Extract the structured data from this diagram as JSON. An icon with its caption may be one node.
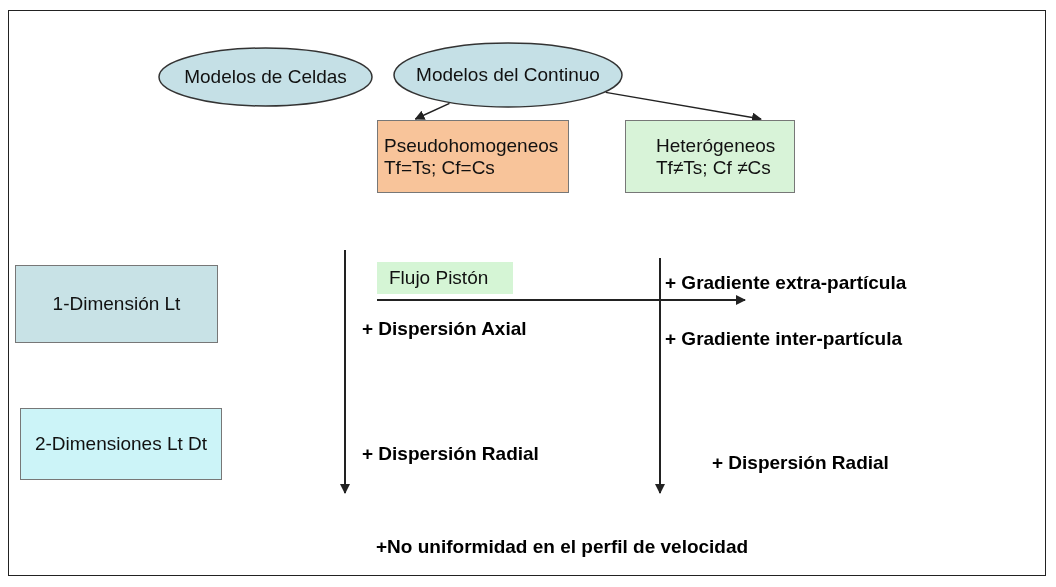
{
  "diagram": {
    "nodes": [
      {
        "text": [
          "Modelos de Celdas"
        ]
      },
      {
        "text": [
          "Modelos del Continuo"
        ]
      },
      {
        "text": [
          "Pseudohomogeneos",
          "Tf=Ts; Cf=Cs"
        ]
      },
      {
        "text": [
          "Heterógeneos",
          "Tf≠Ts; Cf ≠Cs"
        ]
      },
      {
        "text": [
          "1-Dimensión Lt"
        ]
      },
      {
        "text": [
          "2-Dimensiones Lt Dt"
        ]
      },
      {
        "text": [
          "Flujo Pistón"
        ]
      }
    ],
    "edges": [
      {
        "from": 1,
        "to": 2,
        "arrow": "to"
      },
      {
        "from": 1,
        "to": 3,
        "arrow": "to"
      }
    ],
    "labels": [
      "+ Gradiente extra-partícula",
      "+ Dispersión Axial",
      "+ Gradiente inter-partícula",
      "+ Dispersión Radial",
      "+ Dispersión Radial",
      "+No uniformidad en el perfil de velocidad"
    ]
  }
}
